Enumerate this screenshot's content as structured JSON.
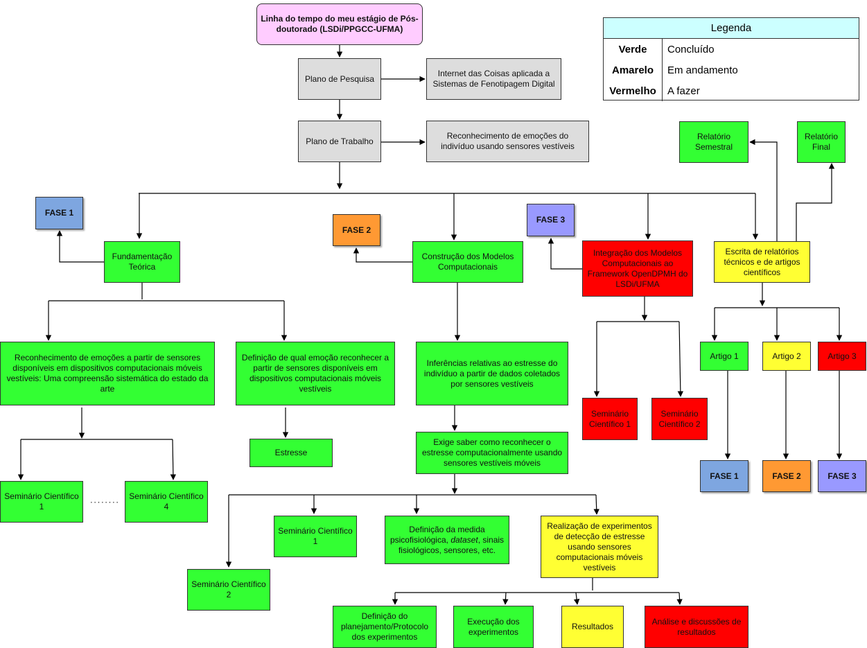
{
  "title": "Linha do tempo do meu estágio de Pós-doutorado (LSDi/PPGCC-UFMA)",
  "nodes": {
    "plano_pesquisa": "Plano de Pesquisa",
    "iot": "Internet das Coisas aplicada a Sistemas de Fenotipagem Digital",
    "plano_trabalho": "Plano de Trabalho",
    "reconhecimento": "Reconhecimento de emoções do indivíduo usando sensores vestíveis",
    "fundamentacao": "Fundamentação Teórica",
    "construcao": "Construção dos Modelos Computacionais",
    "integracao": "Integração dos Modelos Computacionais ao Framework OpenDPMH do LSDi/UFMA",
    "escrita": "Escrita de relatórios técnicos e de artigos científicos",
    "relatorio_semestral": "Relatório Semestral",
    "relatorio_final": "Relatório Final",
    "revisao": "Reconhecimento de emoções a partir de sensores disponíveis em dispositivos computacionais móveis vestíveis: Uma compreensão sistemática do estado da arte",
    "definicao_emocao": "Definição de qual emoção reconhecer a partir de sensores disponíveis em dispositivos computacionais móveis vestíveis",
    "estresse": "Estresse",
    "inferencias": "Inferências relativas ao estresse do indivíduo a partir de dados coletados por sensores vestíveis",
    "exige": "Exige saber como reconhecer o estresse computacionalmente usando sensores vestíveis móveis",
    "sem1_left": "Seminário Científico 1",
    "sem4_left": "Seminário Científico 4",
    "dots": "· · · · · · · ·",
    "sem1_mid": "Seminário Científico 1",
    "sem2_mid": "Seminário Científico 2",
    "medida_pre": "Definição da medida psicofisiológica, ",
    "medida_em": "dataset",
    "medida_post": ", sinais fisiológicos, sensores, etc.",
    "realizacao": "Realização de experimentos de detecção de estresse usando sensores computacionais móveis vestíveis",
    "planejamento": "Definição do planejamento/Protocolo dos experimentos",
    "execucao": "Execução dos experimentos",
    "resultados": "Resultados",
    "analise": "Análise e discussões de resultados",
    "sem1_right": "Seminário Científico 1",
    "sem2_right": "Seminário Científico 2",
    "artigo1": "Artigo 1",
    "artigo2": "Artigo 2",
    "artigo3": "Artigo 3"
  },
  "phases": {
    "fase1": "FASE 1",
    "fase2": "FASE 2",
    "fase3": "FASE 3"
  },
  "legend": {
    "title": "Legenda",
    "rows": [
      {
        "key": "Verde",
        "value": "Concluído"
      },
      {
        "key": "Amarelo",
        "value": "Em andamento"
      },
      {
        "key": "Vermelho",
        "value": "A fazer"
      }
    ]
  },
  "colors": {
    "verde": "#33ff33",
    "amarelo": "#ffff33",
    "vermelho": "#ff0000",
    "cinza": "#dddddd",
    "titulo": "#ffccff",
    "fase1": "#7ea6e0",
    "fase2": "#ff9933",
    "fase3": "#9999ff",
    "legenda_cabecalho": "#ccffff"
  }
}
